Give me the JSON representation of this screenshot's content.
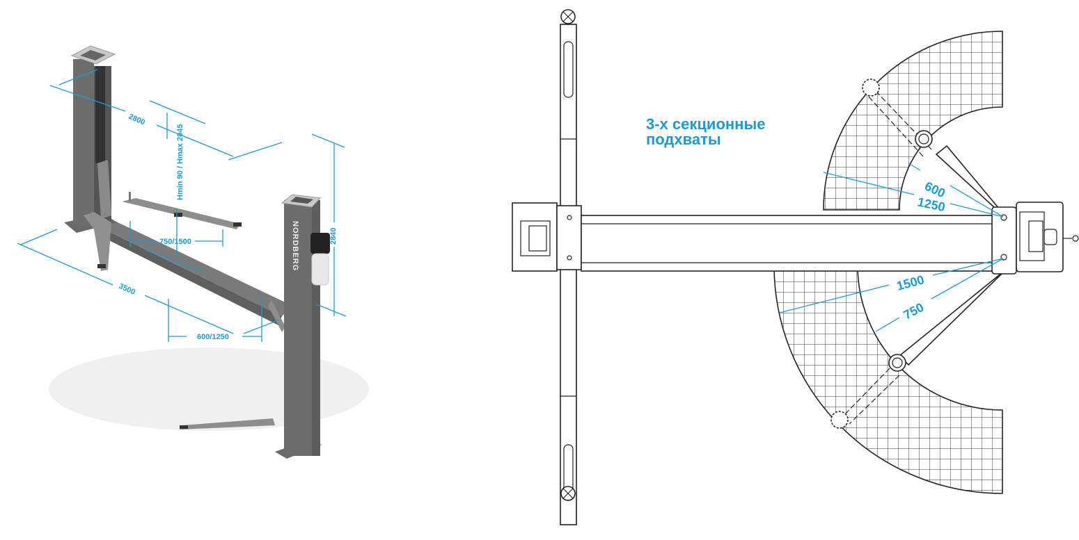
{
  "brand_logo": "NORDBERG",
  "colors": {
    "accent": "#1a9bd7",
    "metal": "#6f6f70",
    "line": "#222222"
  },
  "left_view": {
    "dimensions": {
      "width_top": "2800",
      "height_range": "Hmin 90 / Hmax 2045",
      "arm_reach_rear": "750/1500",
      "length": "3500",
      "total_height": "2840",
      "arm_reach_front": "600/1250"
    }
  },
  "right_view": {
    "title_line1": "3-х секционные",
    "title_line2": "подхваты",
    "dimensions": {
      "short_upper": "600",
      "long_upper": "1250",
      "long_lower": "1500",
      "short_lower": "750"
    }
  }
}
